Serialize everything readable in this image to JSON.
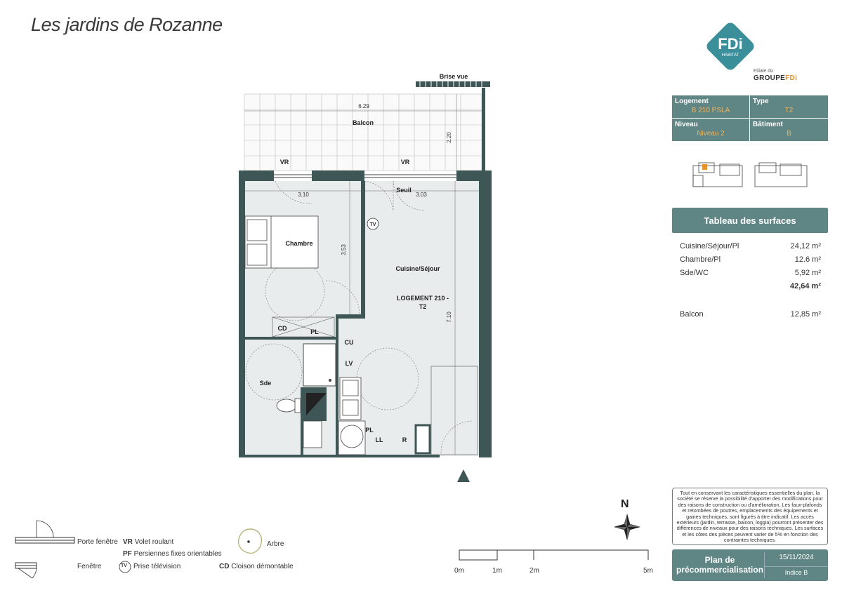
{
  "project_title": "Les jardins de Rozanne",
  "logo": {
    "brand": "FDi",
    "brand_sub": "HABITAT",
    "affiliate": "Filiale du",
    "group": "GROUPE",
    "group_accent": "FDi"
  },
  "info": {
    "logement_label": "Logement",
    "logement_value": "B 210 PSLA",
    "type_label": "Type",
    "type_value": "T2",
    "niveau_label": "Niveau",
    "niveau_value": "Niveau 2",
    "batiment_label": "Bâtiment",
    "batiment_value": "B"
  },
  "surfaces": {
    "title": "Tableau des surfaces",
    "rows": [
      {
        "name": "Cuisine/Séjour/Pl",
        "value": "24,12 m²"
      },
      {
        "name": "Chambre/Pl",
        "value": "12.6 m²"
      },
      {
        "name": "Sde/WC",
        "value": "5,92 m²"
      }
    ],
    "total": "42,64 m²",
    "balcon_name": "Balcon",
    "balcon_value": "12,85 m²"
  },
  "plan_labels": {
    "brise_vue": "Brise vue",
    "balcon": "Balcon",
    "dim_balcon_w": "6.29",
    "dim_balcon_h": "2.20",
    "vr1": "VR",
    "vr2": "VR",
    "seuil": "Seuil",
    "dim_chambre_w": "3.10",
    "dim_sejour_w": "3.03",
    "dim_chambre_h": "3.53",
    "dim_sejour_h": "7.10",
    "tv": "TV",
    "chambre": "Chambre",
    "cuisine_sejour": "Cuisine/Séjour",
    "logement_line1": "LOGEMENT 210 -",
    "logement_line2": "T2",
    "cd": "CD",
    "pl1": "PL",
    "pl2": "PL",
    "cu": "CU",
    "lv": "LV",
    "sde": "Sde",
    "ll": "LL",
    "r": "R"
  },
  "compass_label": "N",
  "scale": {
    "s0": "0m",
    "s1": "1m",
    "s2": "2m",
    "s5": "5m"
  },
  "legend": {
    "porte_fenetre": "Porte fenêtre",
    "fenetre": "Fenêtre",
    "vr_code": "VR",
    "vr_text": "Volet roulant",
    "pf_code": "PF",
    "pf_text": "Persiennes fixes orientables",
    "tv_code": "TV",
    "tv_text": "Prise télévision",
    "cd_code": "CD",
    "cd_text": "Cloison démontable",
    "arbre": "Arbre"
  },
  "disclaimer": "Tout en conservant les caractéristiques essentielles du plan, la société se réserve la possibilité d'apporter des modifications pour des raisons de construction ou d'amélioration. Les faux-plafonds et retombées de poutres, emplacements des équipements et gaines techniques, sont figurés à titre indicatif. Les accès extérieurs (jardin, terrasse, balcon, loggia) pourront présenter des différences de niveaux pour des raisons techniques. Les surfaces et les côtes des pièces peuvent varier de 5% en fonction des contraintes techniques.",
  "footer": {
    "plan_title_line1": "Plan de",
    "plan_title_line2": "précommercialisation",
    "date": "15/11/2024",
    "indice": "Indice B"
  },
  "colors": {
    "panel": "#5f8585",
    "accent": "#f0b35a",
    "wall": "#3f5656",
    "floor": "#e8ecec"
  }
}
